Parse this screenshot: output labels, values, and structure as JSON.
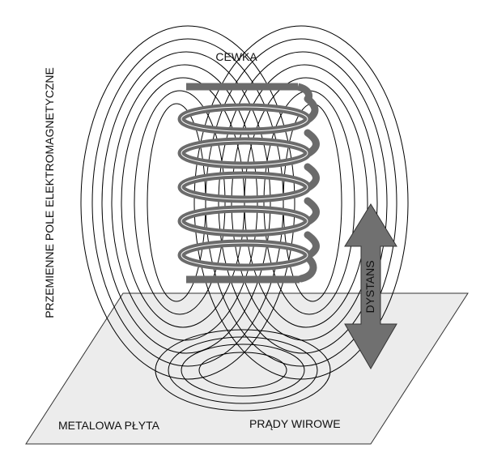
{
  "labels": {
    "coil": "CEWKA",
    "field": "PRZEMIENNE  POLE  ELEKTROMAGNETYCZNE",
    "distance": "DYSTANS",
    "plate": "METALOWA  PŁYTA",
    "eddy_currents": "PRĄDY  WIROWE"
  },
  "colors": {
    "coil": "#6b6b6b",
    "arrow": "#707070",
    "plate": "#ececec",
    "field_lines": "#000000"
  }
}
